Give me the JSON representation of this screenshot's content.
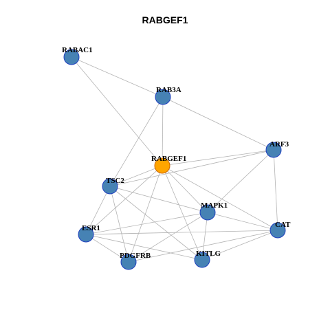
{
  "title": "RABGEF1",
  "colors": {
    "node_fill": "#4682b4",
    "node_stroke": "#1f3fbf",
    "center_fill": "#ffa500",
    "center_stroke": "#cc6600",
    "edge": "#b3b3b3"
  },
  "nodes": [
    {
      "id": "RABAC1",
      "label": "RABAC1",
      "center": false
    },
    {
      "id": "RAB3A",
      "label": "RAB3A",
      "center": false
    },
    {
      "id": "ARF3",
      "label": "ARF3",
      "center": false
    },
    {
      "id": "RABGEF1",
      "label": "RABGEF1",
      "center": true
    },
    {
      "id": "TSC2",
      "label": "TSC2",
      "center": false
    },
    {
      "id": "MAPK1",
      "label": "MAPK1",
      "center": false
    },
    {
      "id": "CAT",
      "label": "CAT",
      "center": false
    },
    {
      "id": "ESR1",
      "label": "ESR1",
      "center": false
    },
    {
      "id": "PDGFRB",
      "label": "PDGFRB",
      "center": false
    },
    {
      "id": "KITLG",
      "label": "KITLG",
      "center": false
    }
  ],
  "edges": [
    [
      "RABAC1",
      "RAB3A"
    ],
    [
      "RABAC1",
      "RABGEF1"
    ],
    [
      "RAB3A",
      "ARF3"
    ],
    [
      "RAB3A",
      "RABGEF1"
    ],
    [
      "RAB3A",
      "TSC2"
    ],
    [
      "ARF3",
      "RABGEF1"
    ],
    [
      "ARF3",
      "TSC2"
    ],
    [
      "ARF3",
      "MAPK1"
    ],
    [
      "ARF3",
      "CAT"
    ],
    [
      "RABGEF1",
      "TSC2"
    ],
    [
      "RABGEF1",
      "MAPK1"
    ],
    [
      "RABGEF1",
      "CAT"
    ],
    [
      "RABGEF1",
      "ESR1"
    ],
    [
      "RABGEF1",
      "PDGFRB"
    ],
    [
      "RABGEF1",
      "KITLG"
    ],
    [
      "TSC2",
      "MAPK1"
    ],
    [
      "TSC2",
      "ESR1"
    ],
    [
      "TSC2",
      "PDGFRB"
    ],
    [
      "TSC2",
      "KITLG"
    ],
    [
      "MAPK1",
      "ESR1"
    ],
    [
      "MAPK1",
      "PDGFRB"
    ],
    [
      "MAPK1",
      "KITLG"
    ],
    [
      "MAPK1",
      "CAT"
    ],
    [
      "ESR1",
      "PDGFRB"
    ],
    [
      "ESR1",
      "KITLG"
    ],
    [
      "ESR1",
      "CAT"
    ],
    [
      "PDGFRB",
      "CAT"
    ],
    [
      "KITLG",
      "CAT"
    ]
  ]
}
